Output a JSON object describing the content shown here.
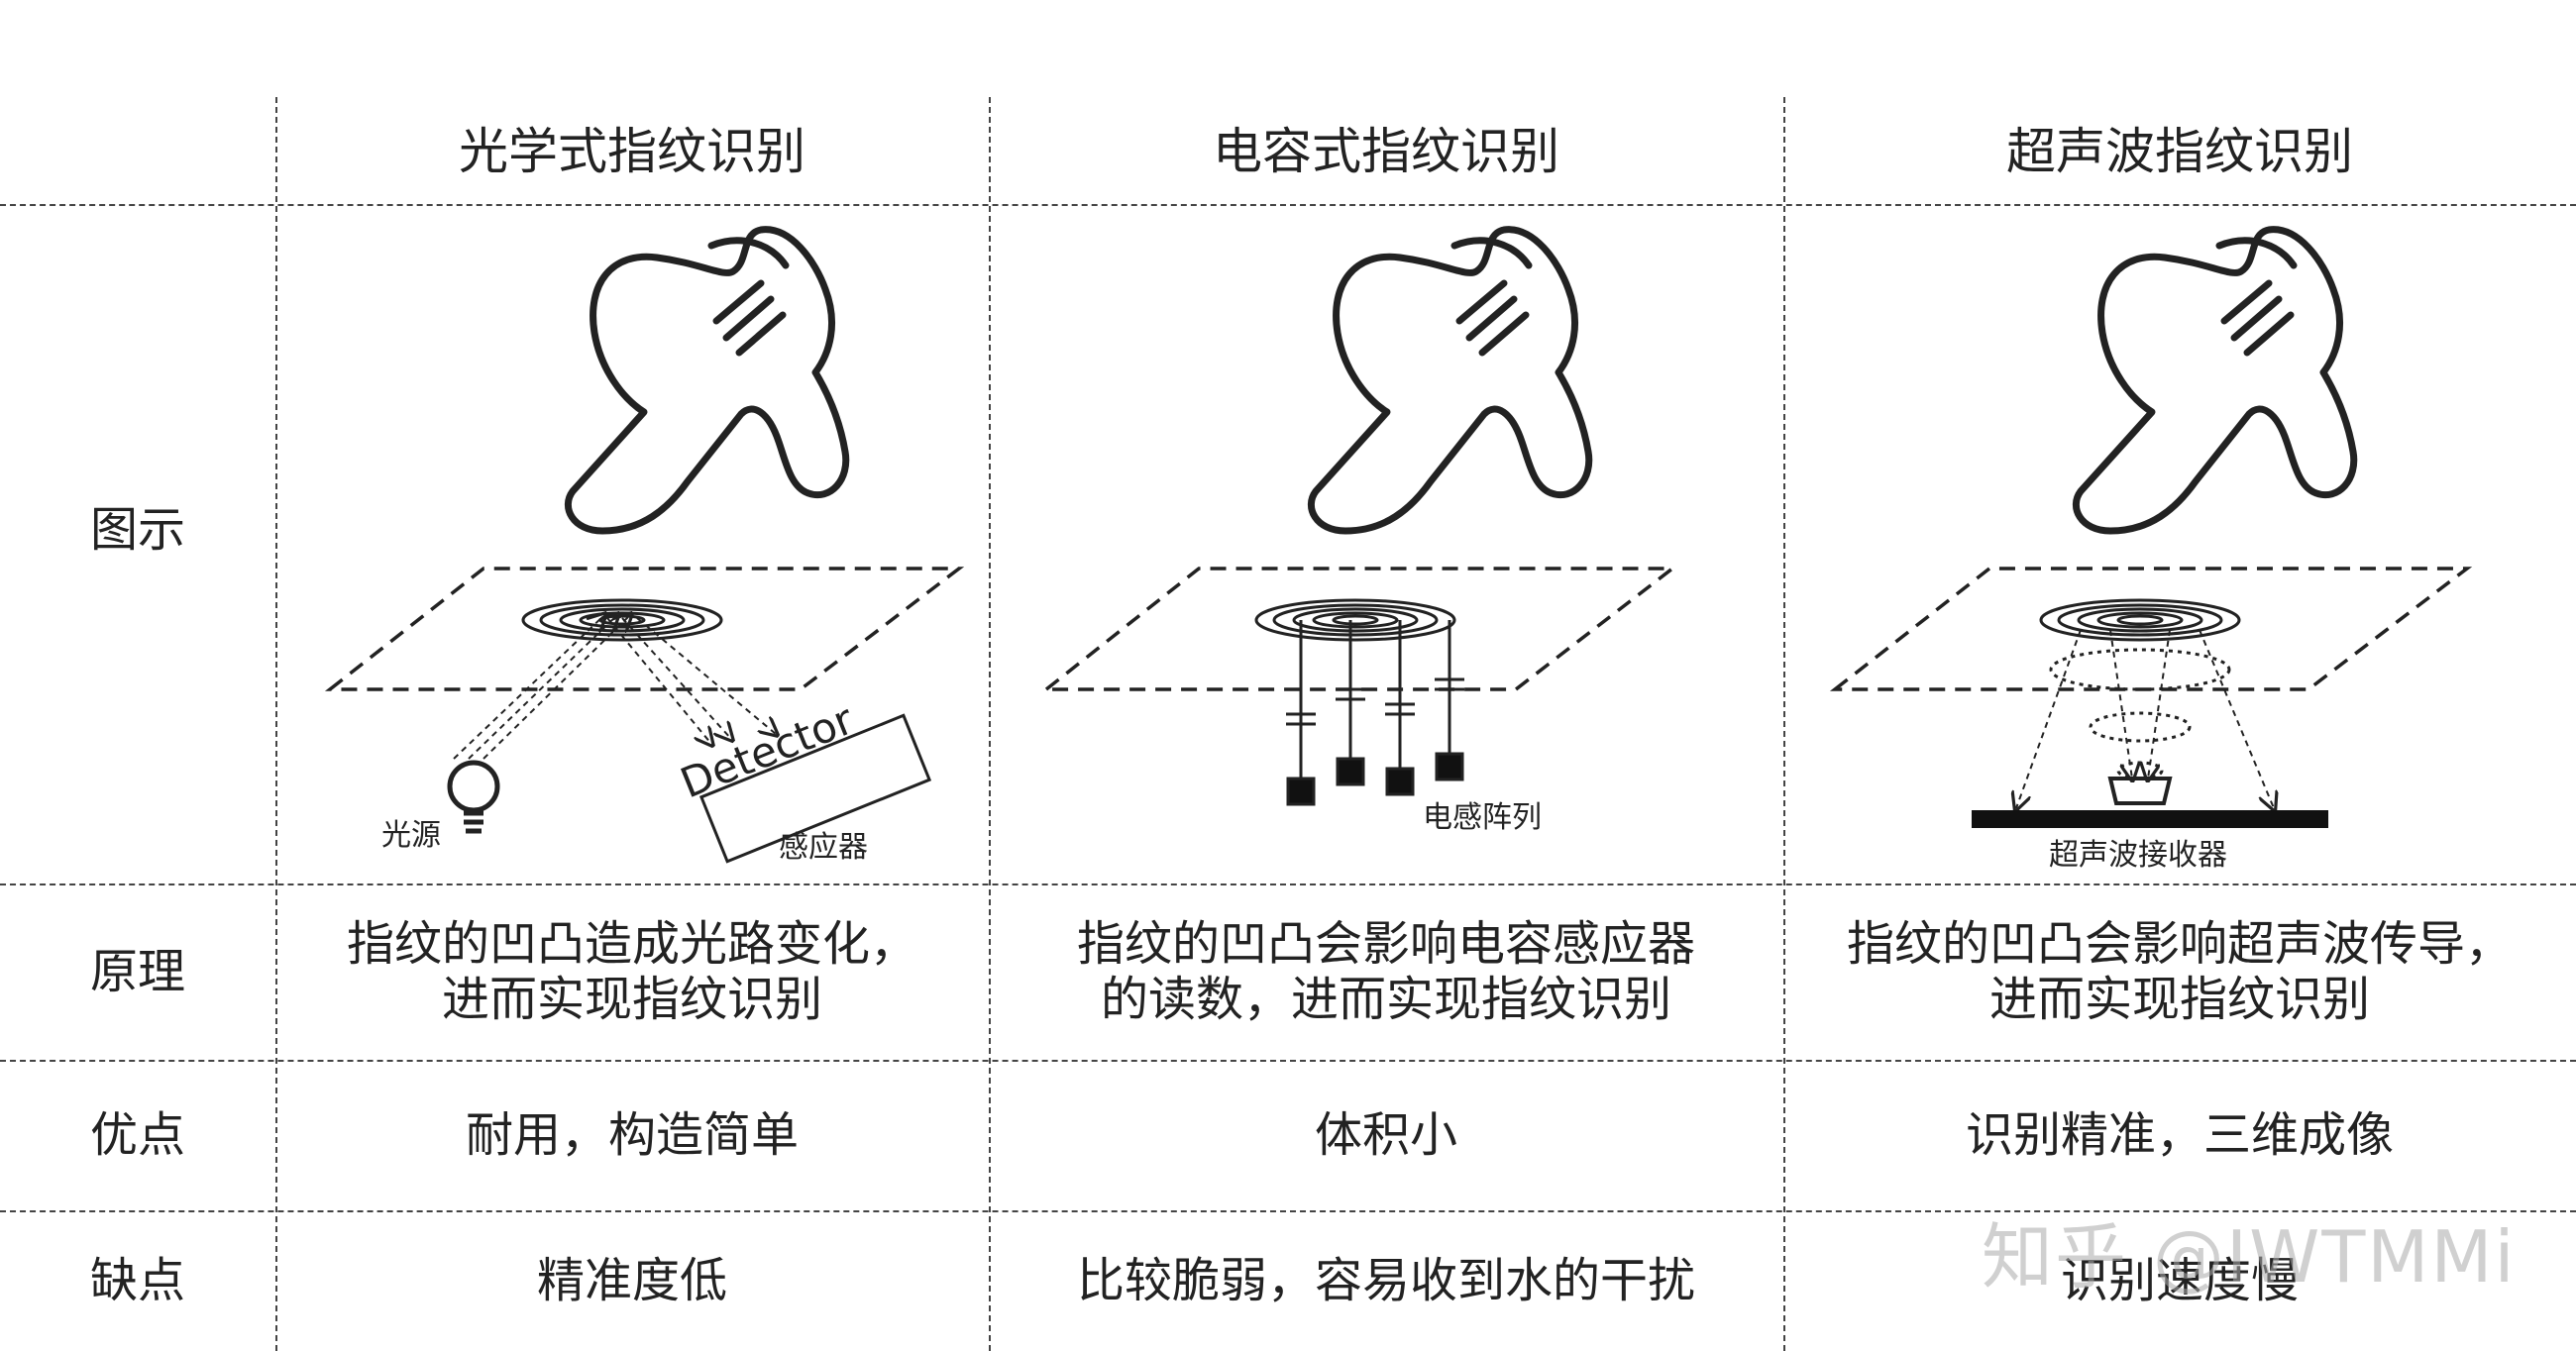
{
  "columns": {
    "optical": "光学式指纹识别",
    "capacitive": "电容式指纹识别",
    "ultrasonic": "超声波指纹识别"
  },
  "rows": {
    "illustration_label": "图示",
    "principle_label": "原理",
    "advantage_label": "优点",
    "disadvantage_label": "缺点"
  },
  "principle": {
    "optical": [
      "指纹的凹凸造成光路变化，",
      "进而实现指纹识别"
    ],
    "capacitive": [
      "指纹的凹凸会影响电容感应器",
      "的读数，进而实现指纹识别"
    ],
    "ultrasonic": [
      "指纹的凹凸会影响超声波传导，",
      "进而实现指纹识别"
    ]
  },
  "advantage": {
    "optical": "耐用，构造简单",
    "capacitive": "体积小",
    "ultrasonic": "识别精准，三维成像"
  },
  "disadvantage": {
    "optical": "精准度低",
    "capacitive": "比较脆弱，容易收到水的干扰",
    "ultrasonic": "识别速度慢"
  },
  "diagram_labels": {
    "light_source": "光源",
    "detector": "Detector",
    "sensor": "感应器",
    "inductor_array": "电感阵列",
    "ultrasonic_receiver": "超声波接收器"
  },
  "watermark": "知乎 @IWTMMi"
}
